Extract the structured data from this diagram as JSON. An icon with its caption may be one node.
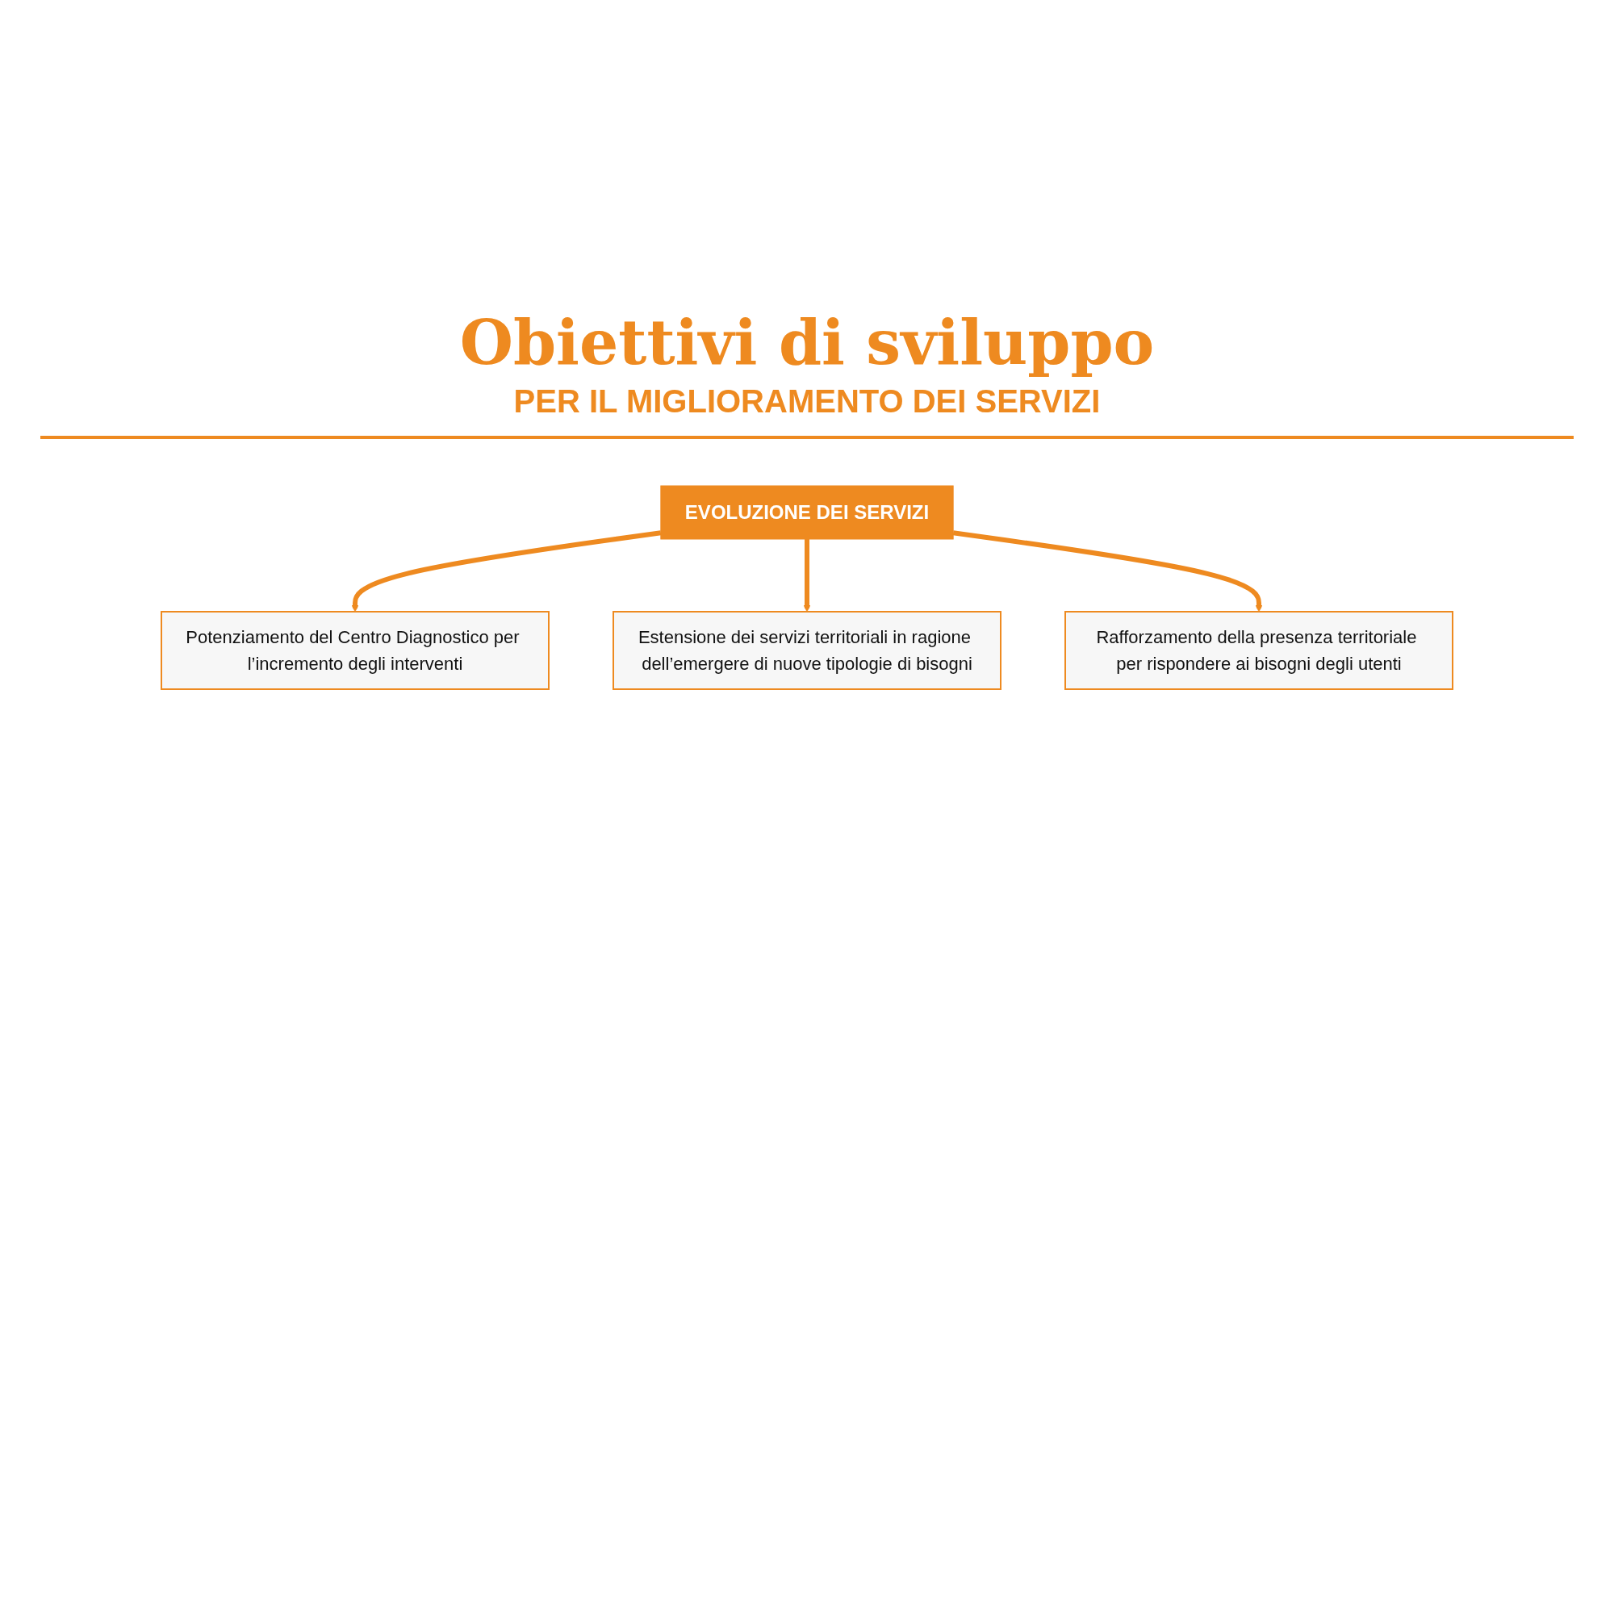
{
  "diagram": {
    "title": "Obiettivi di sviluppo",
    "nodes": [
      {
        "text": [
          "Potenziamento del Centro Diagnostico per l’incremento degli interventi"
        ]
      },
      {
        "text": [
          "EVOLUZIONE DEI SERVIZI"
        ]
      },
      {
        "text": [
          "Estensione dei servizi territoriali in ragione dell’emergere di nuove tipologie di bisogni"
        ]
      },
      {
        "text": [
          "Rafforzamento della presenza territoriale per rispondere ai bisogni degli utenti"
        ]
      }
    ],
    "edges": [
      {
        "from": 1,
        "to": 0,
        "arrow": "to"
      },
      {
        "from": 1,
        "to": 2,
        "arrow": "to"
      },
      {
        "from": 1,
        "to": 3,
        "arrow": "to"
      }
    ],
    "labels": [
      "PER IL MIGLIORAMENTO DEI SERVIZI"
    ]
  }
}
